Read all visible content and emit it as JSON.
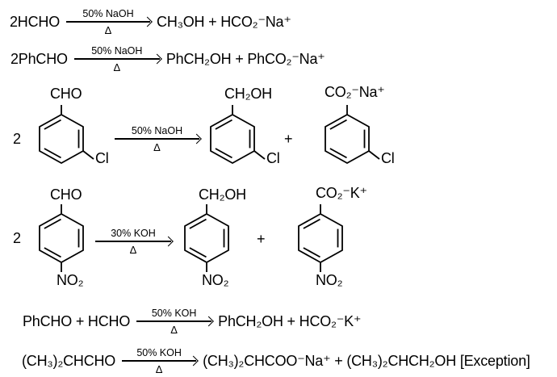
{
  "page": {
    "background": "#ffffff",
    "text_color": "#000000"
  },
  "reactions": [
    {
      "type": "linear",
      "reactants": "2HCHO",
      "condition_top": "50% NaOH",
      "condition_bottom": "Δ",
      "products": "CH₃OH + HCO₂⁻Na⁺"
    },
    {
      "type": "linear",
      "reactants": "2PhCHO",
      "condition_top": "50% NaOH",
      "condition_bottom": "Δ",
      "products": "PhCH₂OH + PhCO₂⁻Na⁺"
    },
    {
      "type": "structural",
      "coefficient": "2",
      "condition_top": "50% NaOH",
      "condition_bottom": "Δ",
      "plus": "+",
      "reactant_ring": {
        "top_label": "CHO",
        "meta_label": "Cl"
      },
      "product_ring_1": {
        "top_label": "CH₂OH",
        "meta_label": "Cl"
      },
      "product_ring_2": {
        "top_label": "CO₂⁻Na⁺",
        "meta_label": "Cl"
      }
    },
    {
      "type": "structural",
      "coefficient": "2",
      "condition_top": "30% KOH",
      "condition_bottom": "Δ",
      "plus": "+",
      "reactant_ring": {
        "top_label": "CHO",
        "para_label": "NO₂"
      },
      "product_ring_1": {
        "top_label": "CH₂OH",
        "para_label": "NO₂"
      },
      "product_ring_2": {
        "top_label": "CO₂⁻K⁺",
        "para_label": "NO₂"
      }
    },
    {
      "type": "linear",
      "reactants": "PhCHO + HCHO",
      "condition_top": "50% KOH",
      "condition_bottom": "Δ",
      "products": "PhCH₂OH + HCO₂⁻K⁺"
    },
    {
      "type": "linear",
      "reactants": "(CH₃)₂CHCHO",
      "condition_top": "50% KOH",
      "condition_bottom": "Δ",
      "products": "(CH₃)₂CHCOO⁻Na⁺ + (CH₃)₂CHCH₂OH [Exception]"
    }
  ]
}
